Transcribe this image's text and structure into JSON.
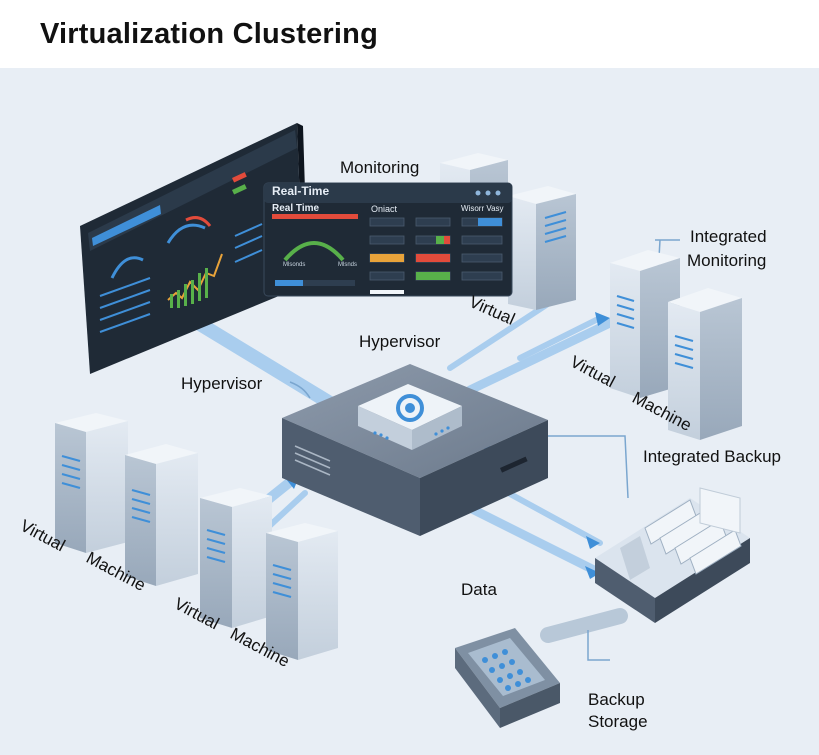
{
  "title": "Virtualization Clustering",
  "labels": {
    "monitoring": "Monitoring",
    "integrated_monitoring_1": "Integrated",
    "integrated_monitoring_2": "Monitoring",
    "hypervisor_top": "Hypervisor",
    "hypervisor_left": "Hypervisor",
    "integrated_backup": "Integrated Backup",
    "virtual_machine_left_1": "Virtual",
    "virtual_machine_left_2": "Machine",
    "virtual_machine_mid_1": "Virtual",
    "virtual_machine_mid_2": "Machine",
    "virtual_machine_right_1": "Virtual",
    "virtual_machine_right_2": "Machine",
    "virtual_behind_popup": "Virtual",
    "data": "Data",
    "backup_storage_1": "Backup",
    "backup_storage_2": "Storage"
  },
  "popup": {
    "title": "Real-Time",
    "col1": "Real Time",
    "col2": "Oniact",
    "col3": "Wisorr Vasy",
    "foot_left": "Mlsonds",
    "foot_right": "Mlsnds"
  },
  "colors": {
    "accent": "#3f8fd8",
    "flow": "#a9cdee",
    "server_light": "#dbe4ee",
    "server_dark": "#5c6b7d",
    "panel_dark": "#1f2a36"
  }
}
